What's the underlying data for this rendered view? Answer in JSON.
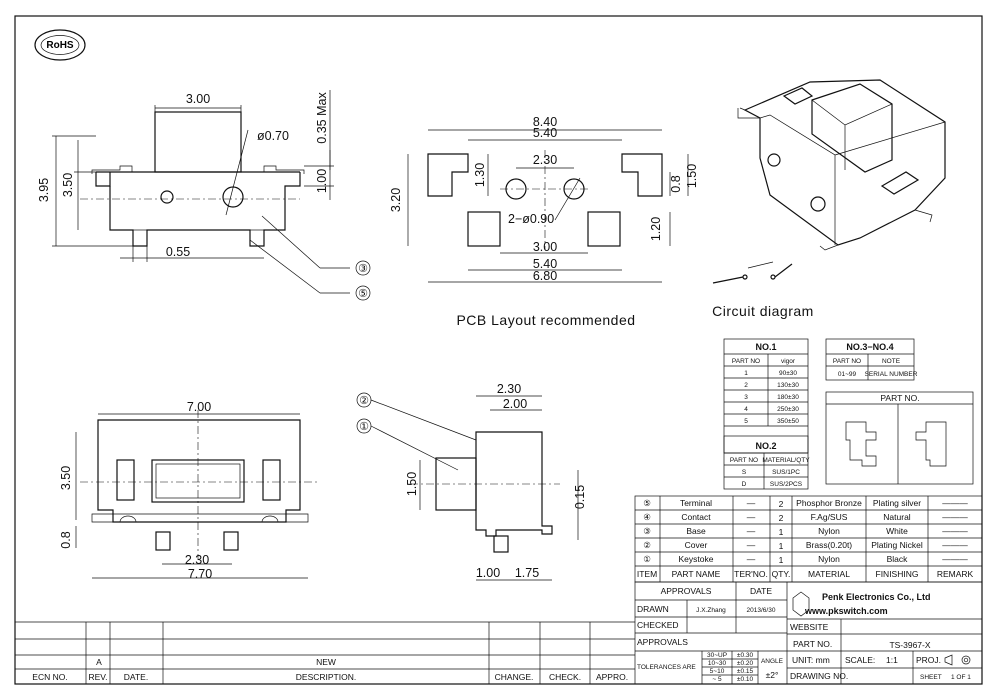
{
  "rohs": "RoHS",
  "side_view_dims": {
    "d1": "3.00",
    "d2": "ø0.70",
    "d3": "0.35 Max",
    "d4": "1.00",
    "d5": "3.95",
    "d6": "3.50",
    "d7": "0.55",
    "c3": "③",
    "c5": "⑤"
  },
  "pcb_dims": {
    "d1": "8.40",
    "d2": "5.40",
    "d3": "2.30",
    "d4": "1.30",
    "d5": "0.8",
    "d6": "1.50",
    "d7": "3.20",
    "d8": "2−ø0.90",
    "d9": "1.20",
    "d10": "3.00",
    "d11": "5.40",
    "d12": "6.80"
  },
  "pcb_caption": "PCB Layout recommended",
  "circuit_caption": "Circuit diagram",
  "front_dims": {
    "d1": "7.00",
    "d2": "3.50",
    "d3": "0.8",
    "d4": "2.30",
    "d5": "7.70"
  },
  "end_dims": {
    "d1": "2.30",
    "d2": "2.00",
    "d3": "1.50",
    "d4": "0.15",
    "d5": "1.00",
    "d6": "1.75",
    "c2": "②",
    "c1": "①"
  },
  "no1_table": {
    "title": "NO.1",
    "headers": [
      "PART NO",
      "vigor"
    ],
    "rows": [
      [
        "1",
        "90±30"
      ],
      [
        "2",
        "130±30"
      ],
      [
        "3",
        "180±30"
      ],
      [
        "4",
        "250±30"
      ],
      [
        "5",
        "350±50"
      ]
    ]
  },
  "no34_table": {
    "title": "NO.3−NO.4",
    "headers": [
      "PART NO",
      "NOTE"
    ],
    "rows": [
      [
        "01~99",
        "SERIAL NUMBER"
      ]
    ]
  },
  "no2_table": {
    "title": "NO.2",
    "headers": [
      "PART NO",
      "MATERIAL/QTY"
    ],
    "rows": [
      [
        "S",
        "SUS/1PC"
      ],
      [
        "D",
        "SUS/2PCS"
      ]
    ]
  },
  "part_no_box": {
    "title": "PART NO."
  },
  "bom": {
    "rows": [
      {
        "item": "⑤",
        "name": "Terminal",
        "ter": "—",
        "qty": "2",
        "material": "Phosphor Bronze",
        "finishing": "Plating silver",
        "remark": "———"
      },
      {
        "item": "④",
        "name": "Contact",
        "ter": "—",
        "qty": "2",
        "material": "F.Ag/SUS",
        "finishing": "Natural",
        "remark": "———"
      },
      {
        "item": "③",
        "name": "Base",
        "ter": "—",
        "qty": "1",
        "material": "Nylon",
        "finishing": "White",
        "remark": "———"
      },
      {
        "item": "②",
        "name": "Cover",
        "ter": "—",
        "qty": "1",
        "material": "Brass(0.20t)",
        "finishing": "Plating Nickel",
        "remark": "———"
      },
      {
        "item": "①",
        "name": "Keystoke",
        "ter": "—",
        "qty": "1",
        "material": "Nylon",
        "finishing": "Black",
        "remark": "———"
      }
    ],
    "headers": {
      "item": "ITEM",
      "name": "PART NAME",
      "ter": "TER'NO.",
      "qty": "QTY.",
      "material": "MATERIAL",
      "finishing": "FINISHING",
      "remark": "REMARK"
    }
  },
  "title_block": {
    "approvals": "APPROVALS",
    "date": "DATE",
    "drawn": "DRAWN",
    "drawn_by": "J.X.Zhang",
    "drawn_date": "2013/6/30",
    "checked": "CHECKED",
    "approvals2": "APPROVALS",
    "tolerances_are": "TOLERANCES ARE",
    "tol": [
      [
        "30~UP",
        "±0.30"
      ],
      [
        "10~30",
        "±0.20"
      ],
      [
        "5~10",
        "±0.15"
      ],
      [
        "~ 5",
        "±0.10"
      ]
    ],
    "angle": "ANGLE",
    "angle_val": "±2°",
    "company": "Penk Electronics Co., Ltd",
    "website_url": "www.pkswitch.com",
    "website": "WEBSITE",
    "part_no_label": "PART NO.",
    "part_no": "TS-3967-X",
    "unit_label": "UNIT: mm",
    "scale_label": "SCALE:",
    "scale": "1:1",
    "proj": "PROJ.",
    "drawing_no": "DRAWING NO.",
    "sheet": "SHEET",
    "sheet_val": "1 OF 1"
  },
  "revision": {
    "ecn": "ECN NO.",
    "rev": "REV.",
    "date": "DATE.",
    "description": "DESCRIPTION.",
    "change": "CHANGE.",
    "check": "CHECK.",
    "appro": "APPRO.",
    "rev_a": "A",
    "new": "NEW"
  }
}
